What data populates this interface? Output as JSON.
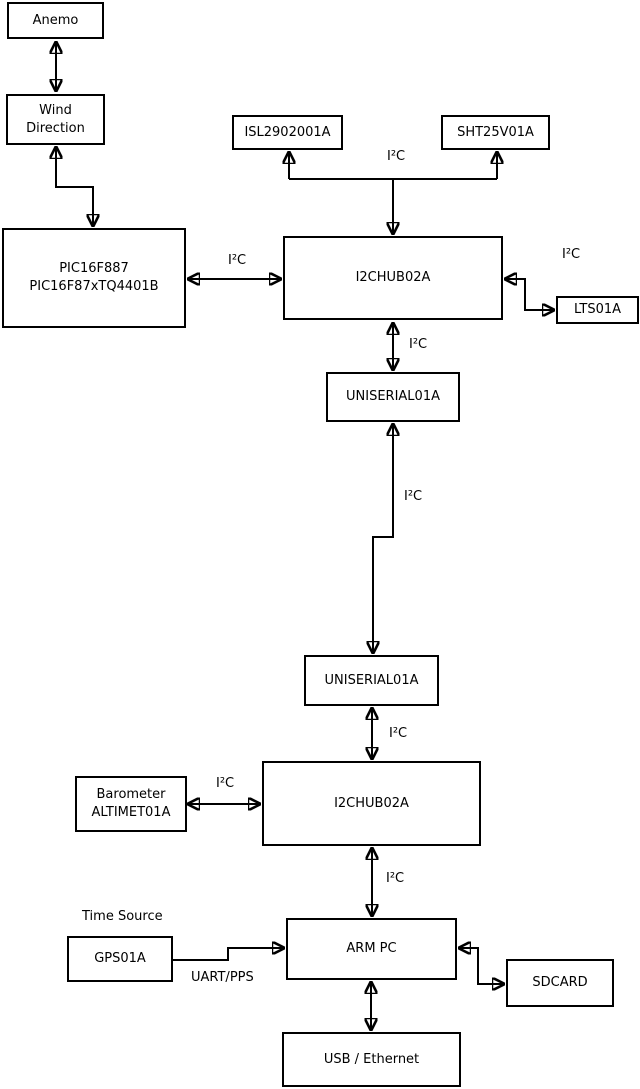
{
  "diagram": {
    "nodes": {
      "anemo": {
        "label": "Anemo"
      },
      "wind_direction": {
        "label": "Wind\nDirection"
      },
      "pic": {
        "label": "PIC16F887\nPIC16F87xTQ4401B"
      },
      "isl": {
        "label": "ISL2902001A"
      },
      "sht": {
        "label": "SHT25V01A"
      },
      "i2chub_top": {
        "label": "I2CHUB02A"
      },
      "lts": {
        "label": "LTS01A"
      },
      "uniserial_1": {
        "label": "UNISERIAL01A"
      },
      "uniserial_2": {
        "label": "UNISERIAL01A"
      },
      "barometer": {
        "label": "Barometer\nALTIMET01A"
      },
      "i2chub_bottom": {
        "label": "I2CHUB02A"
      },
      "gps": {
        "label": "GPS01A"
      },
      "arm_pc": {
        "label": "ARM PC"
      },
      "sdcard": {
        "label": "SDCARD"
      },
      "usb_ethernet": {
        "label": "USB / Ethernet"
      }
    },
    "labels": {
      "bus_top": "I²C",
      "pic_hub": "I²C",
      "hub_lts": "I²C",
      "hub_uniserial": "I²C",
      "long_link": "I²C",
      "uniserial_hub2": "I²C",
      "baro_hub2": "I²C",
      "hub2_armpc": "I²C",
      "time_source": "Time Source",
      "uart_pps": "UART/PPS"
    },
    "edges": [
      {
        "from": "Anemo",
        "to": "Wind Direction",
        "arrows": "both",
        "label": ""
      },
      {
        "from": "Wind Direction",
        "to": "PIC16F887 PIC16F87xTQ4401B",
        "arrows": "both",
        "label": ""
      },
      {
        "from": "PIC16F887 PIC16F87xTQ4401B",
        "to": "I2CHUB02A (top)",
        "arrows": "both",
        "label": "I²C"
      },
      {
        "from": "I2CHUB02A (top)",
        "to": "ISL2902001A",
        "arrows": "to",
        "label": "I²C"
      },
      {
        "from": "I2CHUB02A (top)",
        "to": "SHT25V01A",
        "arrows": "to",
        "label": "I²C"
      },
      {
        "from": "I2CHUB02A (top)",
        "to": "LTS01A",
        "arrows": "both",
        "label": "I²C"
      },
      {
        "from": "I2CHUB02A (top)",
        "to": "UNISERIAL01A (upper)",
        "arrows": "both",
        "label": "I²C"
      },
      {
        "from": "UNISERIAL01A (upper)",
        "to": "UNISERIAL01A (lower)",
        "arrows": "both",
        "label": "I²C"
      },
      {
        "from": "UNISERIAL01A (lower)",
        "to": "I2CHUB02A (bottom)",
        "arrows": "both",
        "label": "I²C"
      },
      {
        "from": "Barometer ALTIMET01A",
        "to": "I2CHUB02A (bottom)",
        "arrows": "both",
        "label": "I²C"
      },
      {
        "from": "I2CHUB02A (bottom)",
        "to": "ARM PC",
        "arrows": "both",
        "label": "I²C"
      },
      {
        "from": "GPS01A",
        "to": "ARM PC",
        "arrows": "to",
        "label": "UART/PPS"
      },
      {
        "from": "ARM PC",
        "to": "SDCARD",
        "arrows": "both",
        "label": ""
      },
      {
        "from": "ARM PC",
        "to": "USB / Ethernet",
        "arrows": "both",
        "label": ""
      }
    ],
    "colors": {
      "stroke": "#000000",
      "background": "#ffffff",
      "box_fill": "#ffffff"
    }
  }
}
